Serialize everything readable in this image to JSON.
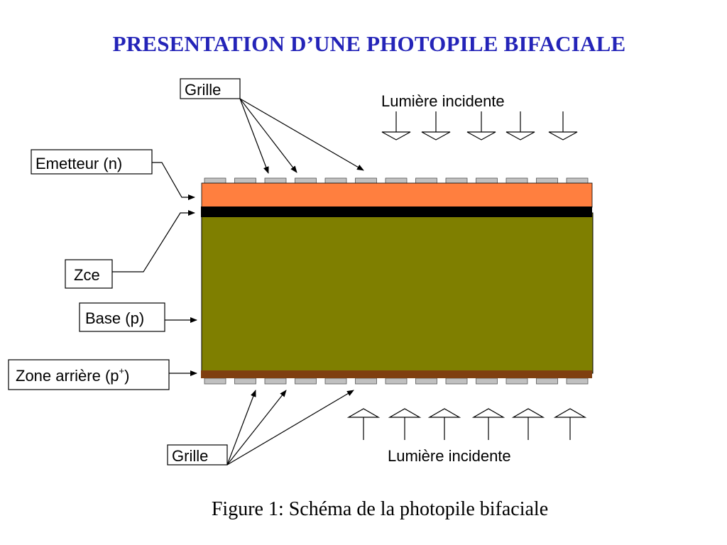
{
  "title": "PRESENTATION D’UNE PHOTOPILE BIFACIALE",
  "caption": "Figure 1: Schéma de la photopile bifaciale",
  "labels": {
    "grille_top": "Grille",
    "grille_bottom": "Grille",
    "emetteur": "Emetteur (n)",
    "zce": "Zce",
    "base": "Base (p)",
    "zone_arriere": "Zone arrière (p",
    "zone_arriere_sup": "+",
    "zone_arriere_close": ")",
    "lumiere_top": "Lumière incidente",
    "lumiere_bottom": "Lumière incidente"
  },
  "colors": {
    "title": "#2424b8",
    "emetteur": "#ff7f3f",
    "zce": "#000000",
    "base": "#7f7f00",
    "zone_arriere": "#7f3f10",
    "grille": "#c0c0c0"
  }
}
